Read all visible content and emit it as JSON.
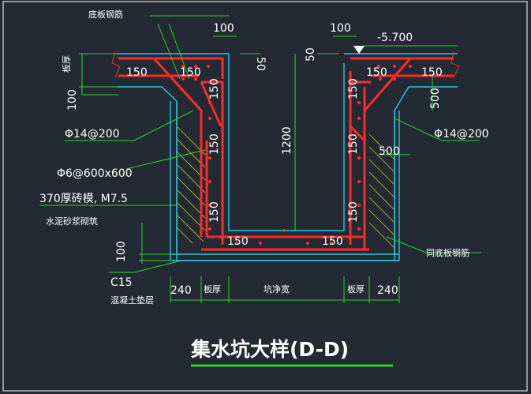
{
  "title": "集水坑大样(D-D)",
  "labels": {
    "bottom_rebar_top": "底板钢筋",
    "same_bottom_rebar": "同底板钢筋",
    "brick_wall": "370厚砖模, M7.5",
    "mortar": "水泥砂浆砌筑",
    "cushion_grade": "C15",
    "cushion": "混凝土垫层",
    "rebar_left": "Φ14@200",
    "rebar_right": "Φ14@200",
    "stirrup": "Φ6@600x600",
    "slab_thk": "板厚",
    "level": "-5.700",
    "pit_width": "坑净宽",
    "wall_thk_left": "板厚",
    "wall_thk_right": "板厚"
  },
  "dims": {
    "d100_left": "100",
    "d100_right": "100",
    "d50_left": "50",
    "d50_right": "50",
    "d1200": "1200",
    "d500_right": "500",
    "d500_mid": "500",
    "d100_left_side": "100",
    "d100_lower": "100",
    "d240_left": "240",
    "d240_right": "240",
    "d150": [
      "150",
      "150",
      "150",
      "150",
      "150",
      "150",
      "150",
      "150",
      "150",
      "150",
      "150",
      "150"
    ]
  },
  "colors": {
    "background": "#232a33",
    "rebar": "#ff2a2a",
    "concrete": "#27c7e0",
    "dimension": "#2ad62a",
    "hatch": "#c8c814",
    "text": "#ffffff"
  }
}
